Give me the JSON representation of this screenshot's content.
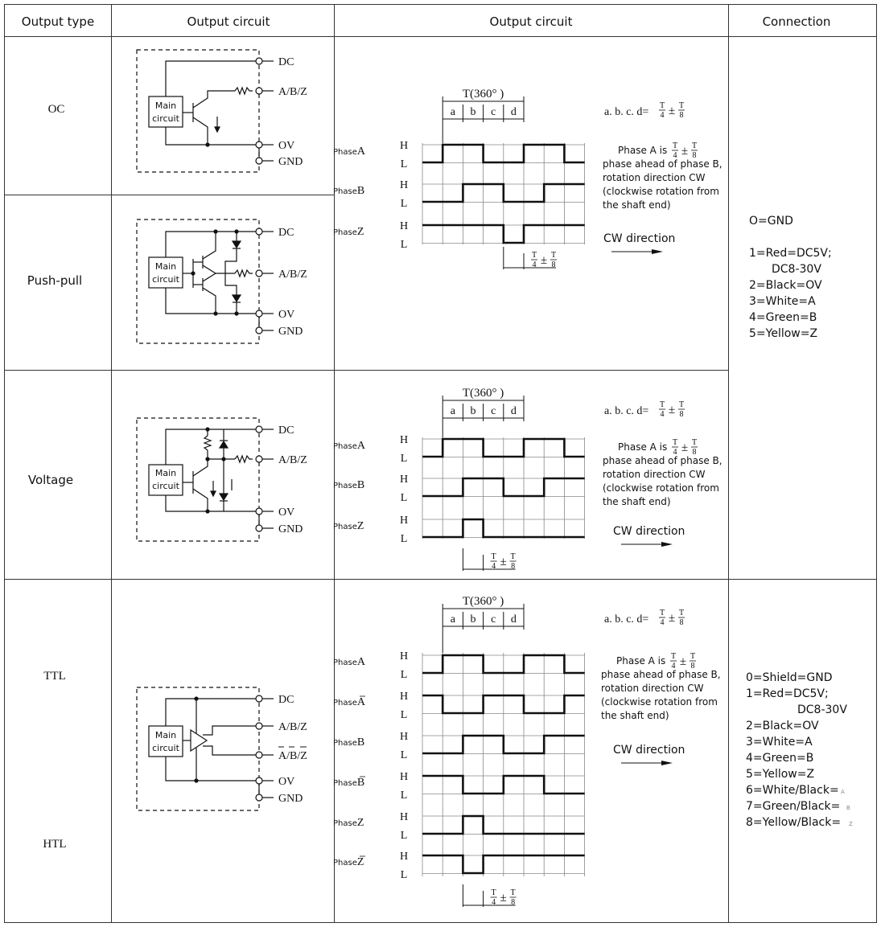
{
  "header": {
    "col1": "Output type",
    "col2": "Output circuit",
    "col3": "Output circuit",
    "col4": "Connection"
  },
  "rows": [
    {
      "type": "OC"
    },
    {
      "type": "Push-pull"
    },
    {
      "type": "Voltage"
    },
    {
      "type": "TTL",
      "type2": "HTL"
    }
  ],
  "circuit": {
    "main_label_1": "Main",
    "main_label_2": "circuit",
    "dc": "DC",
    "abz": "A/B/Z",
    "abz_inv": "A/B/Z",
    "ov": "OV",
    "gnd": "GND"
  },
  "timing": {
    "period": "T(360° )",
    "segments": [
      "a",
      "b",
      "c",
      "d"
    ],
    "abcd_formula": "a. b. c. d=",
    "formula": "T/4 ± T/8",
    "phase_word": "Phase",
    "h": "H",
    "l": "L",
    "desc_lead": "Phase A is",
    "desc_lines": [
      "phase ahead of phase B,",
      "rotation direction CW",
      "(clockwise rotation from",
      "the shaft end)"
    ],
    "cw": "CW direction",
    "phase_labels_3": [
      "A",
      "B",
      "Z"
    ],
    "phase_labels_6": [
      "A",
      "A",
      "B",
      "B",
      "Z",
      "Z"
    ]
  },
  "connection_1": {
    "lines": [
      "O=GND",
      "",
      "1=Red=DC5V;",
      "DC8-30V",
      "2=Black=OV",
      "3=White=A",
      "4=Green=B",
      "5=Yellow=Z"
    ]
  },
  "connection_2": {
    "lines": [
      "0=Shield=GND",
      "1=Red=DC5V;",
      "DC8-30V",
      "2=Black=OV",
      "3=White=A",
      "4=Green=B",
      "5=Yellow=Z",
      "6=White/Black=",
      "7=Green/Black=",
      "8=Yellow/Black="
    ],
    "suffixes": [
      "A",
      "B",
      "Z"
    ]
  }
}
